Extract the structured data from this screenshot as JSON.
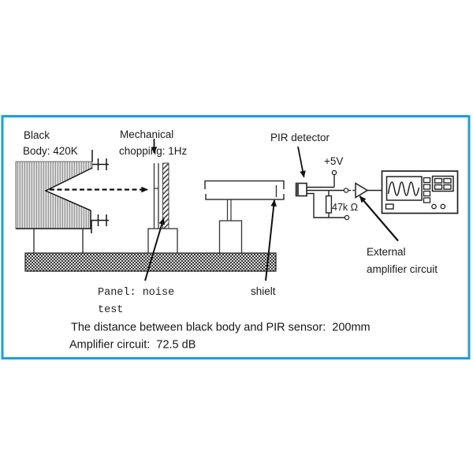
{
  "frame": {
    "border_color": "#1b9de8",
    "background": "#ffffff"
  },
  "diagram": {
    "black_body": {
      "line1": "Black",
      "line2": "Body: 420K"
    },
    "chopper": {
      "line1": "Mechanical",
      "line2": "chopping: 1Hz"
    },
    "pir": {
      "label": "PIR detector"
    },
    "circuit": {
      "supply": "+5V",
      "resistor": "47k Ω"
    },
    "amplifier": {
      "line1": "External",
      "line2": "amplifier circuit"
    },
    "shield": {
      "label": "shielt"
    },
    "panel": {
      "line1": "Panel: noise",
      "line2": "test"
    },
    "notes": {
      "distance": "The distance between black body and PIR sensor:  200mm",
      "gain": "Amplifier circuit:  72.5 dB"
    }
  }
}
